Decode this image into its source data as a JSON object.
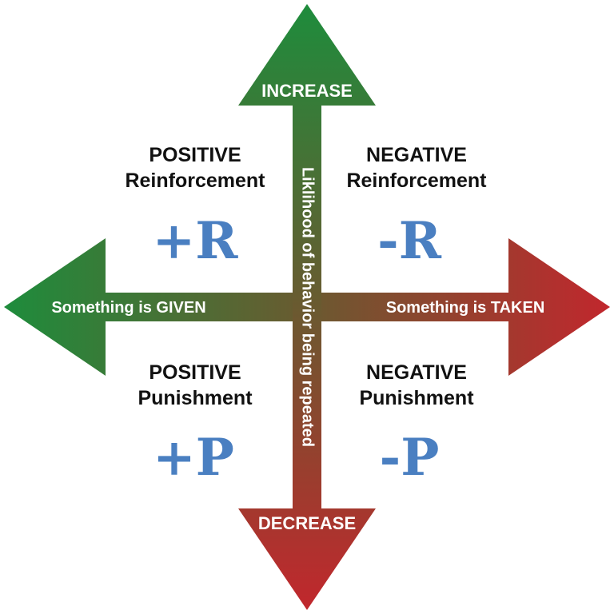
{
  "colors": {
    "green": "#1e8c3c",
    "red": "#c1272d",
    "symbol_blue": "#4a7fc1",
    "title_black": "#111111"
  },
  "arrows": {
    "up_label": "INCREASE",
    "down_label": "DECREASE",
    "left_label": "Something is GIVEN",
    "right_label": "Something is TAKEN",
    "vertical_axis_label": "Liklihood of behavior being repeated"
  },
  "quadrants": {
    "top_left": {
      "line1": "POSITIVE",
      "line2": "Reinforcement",
      "symbol": "+R"
    },
    "top_right": {
      "line1": "NEGATIVE",
      "line2": "Reinforcement",
      "symbol": "-R"
    },
    "bottom_left": {
      "line1": "POSITIVE",
      "line2": "Punishment",
      "symbol": "+P"
    },
    "bottom_right": {
      "line1": "NEGATIVE",
      "line2": "Punishment",
      "symbol": "-P"
    }
  }
}
